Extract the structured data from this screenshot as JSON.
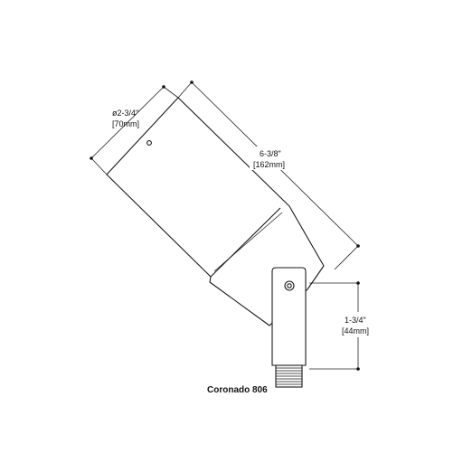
{
  "product_name": "Coronado 806",
  "dimensions": {
    "diameter": {
      "imperial": "ø2-3/4\"",
      "metric": "[70mm]"
    },
    "length": {
      "imperial": "6-3/8\"",
      "metric": "[162mm]"
    },
    "stem_height": {
      "imperial": "1-3/4\"",
      "metric": "[44mm]"
    }
  },
  "colors": {
    "line": "#1a1a1a",
    "dimension": "#222222",
    "background": "#ffffff"
  }
}
